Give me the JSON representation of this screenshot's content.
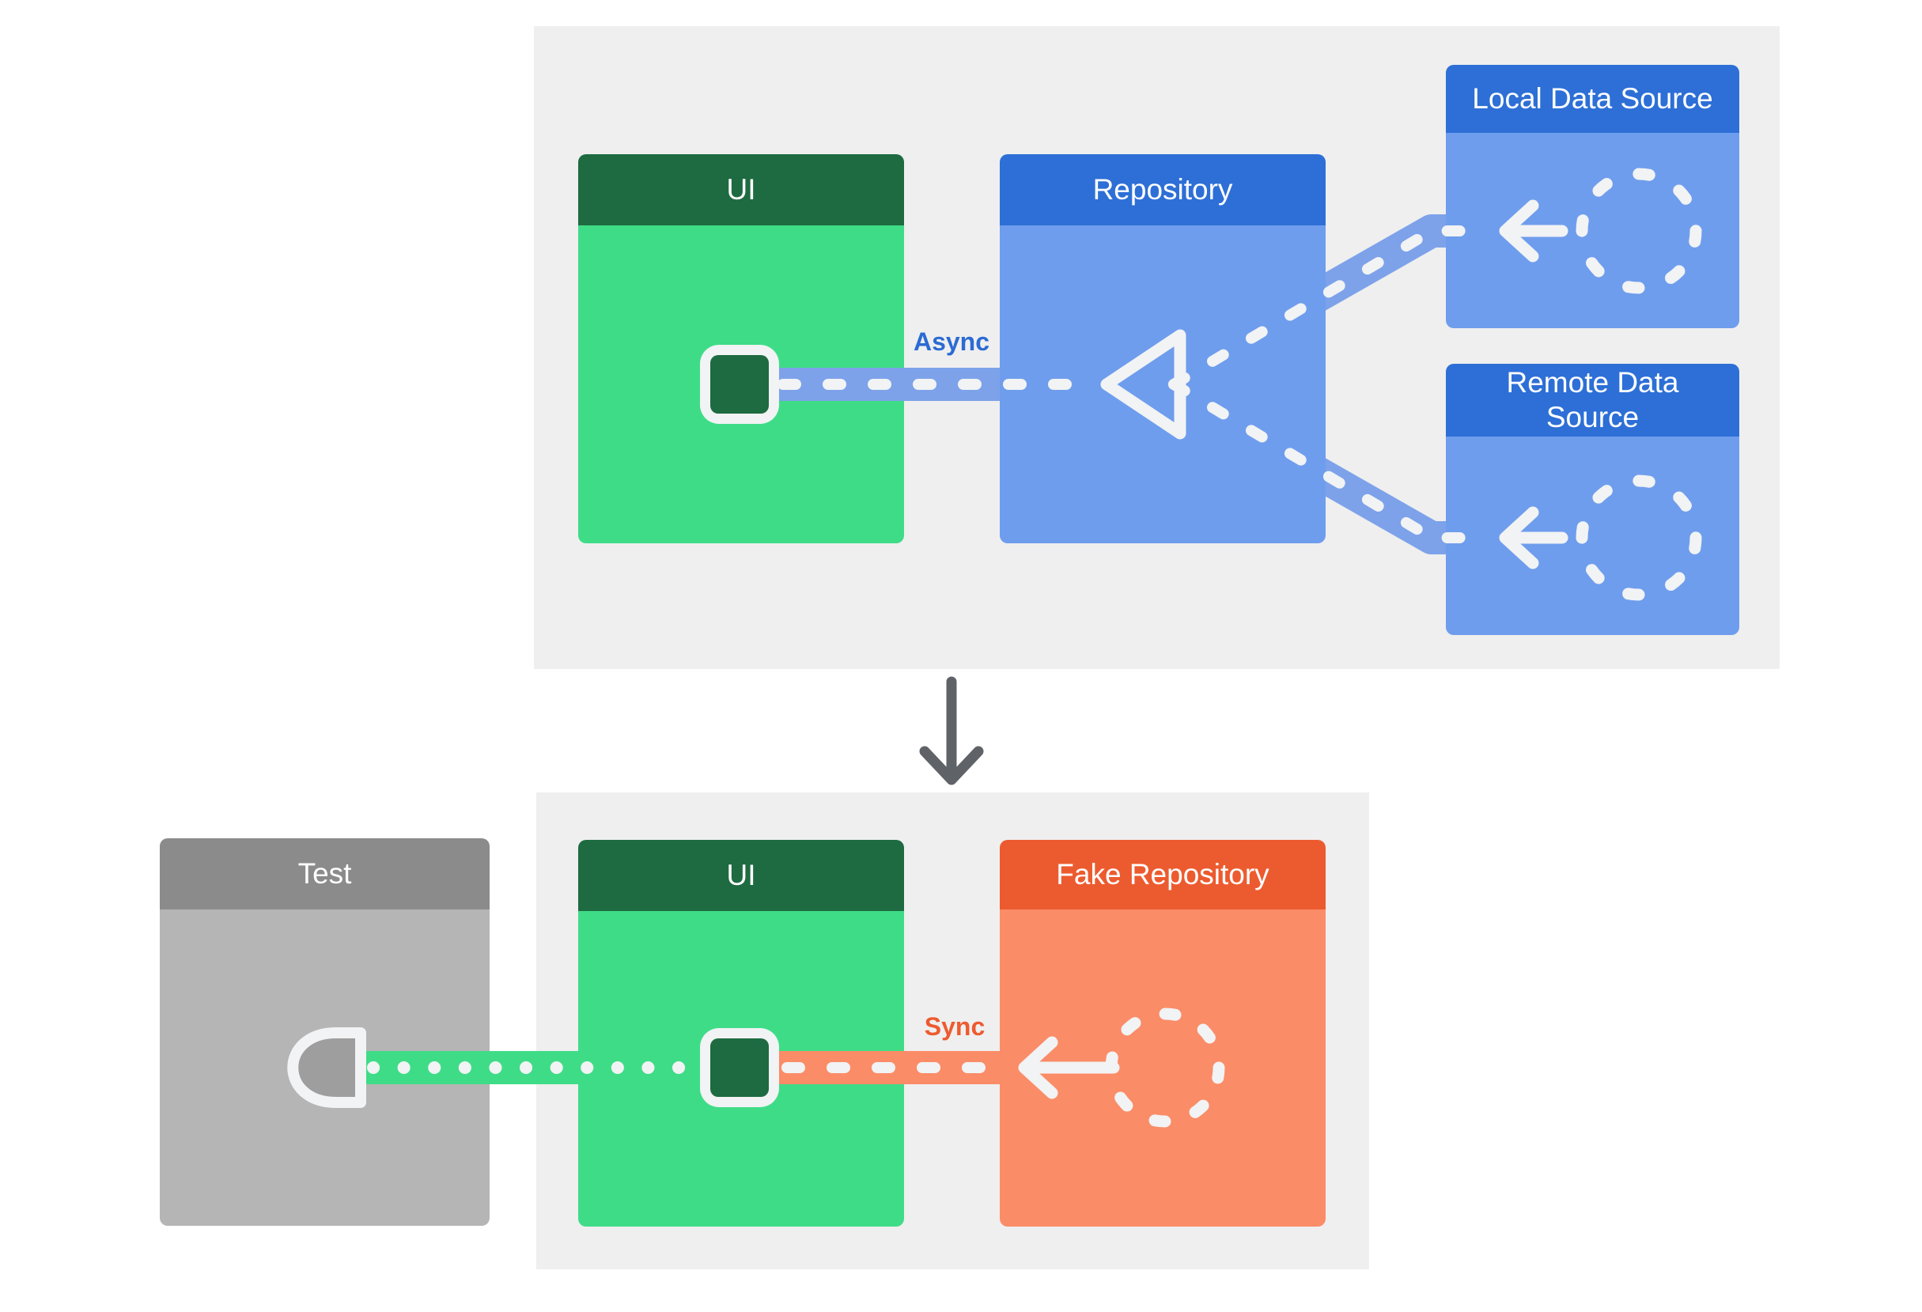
{
  "colors": {
    "page-bg": "#ffffff",
    "panel-bg": "#efefef",
    "green-dark": "#1e6b41",
    "green-body": "#3fdc87",
    "blue-dark": "#2d6fd6",
    "blue-body": "#6f9ded",
    "band-blue": "#7da2ea",
    "gray-dark": "#8b8b8b",
    "gray-body": "#b5b5b5",
    "socket-fill": "#9e9e9e",
    "orange-dark": "#ec5b2f",
    "orange-body": "#fb8c68",
    "async-blue": "#2b6bd3",
    "sync-orange": "#ed5b2f",
    "arrow-gray": "#5f6368",
    "white-ink": "#f1f3f4"
  },
  "top_panel": {
    "ui_box": {
      "title": "UI"
    },
    "repository_box": {
      "title": "Repository"
    },
    "local_data_source_box": {
      "title": "Local Data Source"
    },
    "remote_data_source_box": {
      "title": "Remote Data Source"
    },
    "async_label": "Async"
  },
  "bottom_panel": {
    "test_box": {
      "title": "Test"
    },
    "ui_box": {
      "title": "UI"
    },
    "fake_repository_box": {
      "title": "Fake Repository"
    },
    "sync_label": "Sync"
  }
}
